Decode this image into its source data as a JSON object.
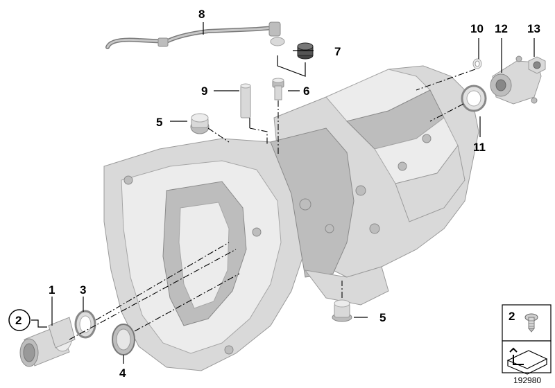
{
  "callouts": {
    "c1": "1",
    "c2": "2",
    "c3": "3",
    "c4": "4",
    "c5a": "5",
    "c5b": "5",
    "c6": "6",
    "c7": "7",
    "c8": "8",
    "c9": "9",
    "c10": "10",
    "c11": "11",
    "c12": "12",
    "c13": "13",
    "c2_circled": "2",
    "c2_inset": "2"
  },
  "document_id": "192980",
  "colors": {
    "part_fill": "#d9d9d9",
    "part_stroke": "#9a9a9a",
    "line": "#000000"
  }
}
